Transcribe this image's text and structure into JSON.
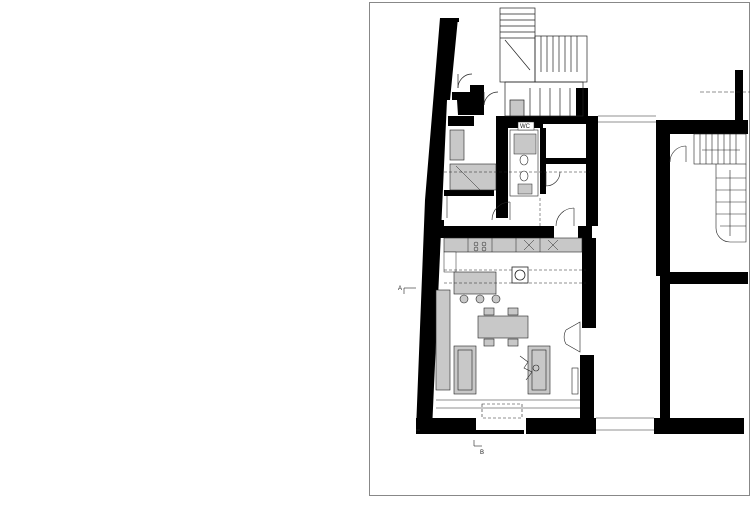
{
  "plan": {
    "section_a_label": "A",
    "section_b_label": "B",
    "room_label_wc": "WC"
  },
  "colors": {
    "wall": "#000000",
    "furniture_fill": "#c8c8c8",
    "line": "#222222",
    "frame": "#888888",
    "paper": "#ffffff"
  }
}
